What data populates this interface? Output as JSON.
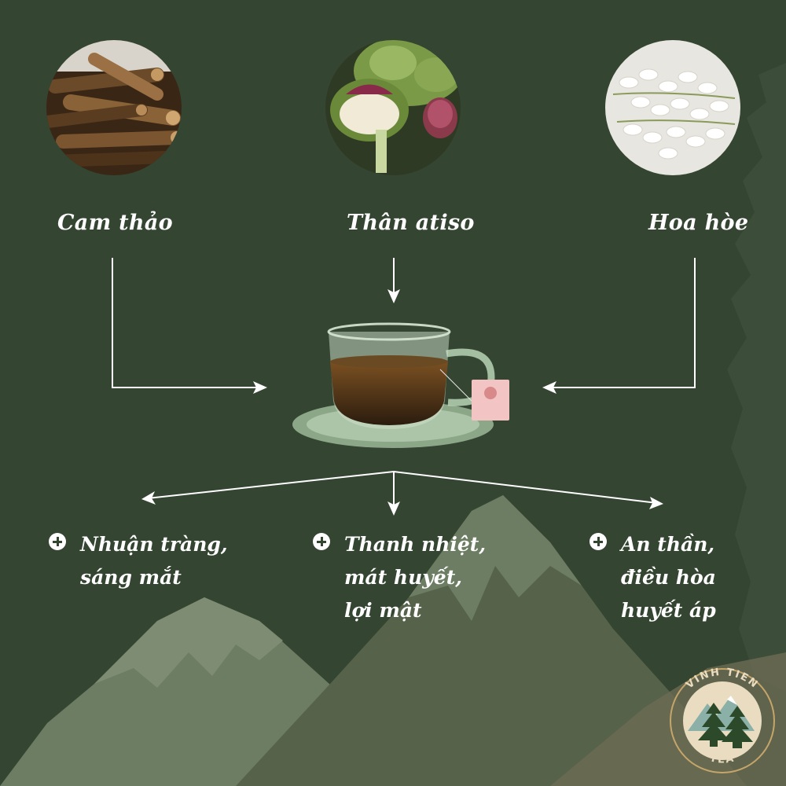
{
  "colors": {
    "background": "#344532",
    "mountain_light": "#6f7f66",
    "mountain_dark": "#56634a",
    "arrow": "#ffffff",
    "text": "#ffffff",
    "logo_cream": "#e9dcc0",
    "logo_brown": "#7a5a2e"
  },
  "ingredients": [
    {
      "label": "Cam thảo",
      "icon": "licorice-root-photo"
    },
    {
      "label": "Thân atiso",
      "icon": "artichoke-photo"
    },
    {
      "label": "Hoa hòe",
      "icon": "pagoda-flower-photo"
    }
  ],
  "center": {
    "icon": "tea-cup-photo"
  },
  "benefits": [
    {
      "lines": [
        "Nhuận tràng,",
        "sáng mắt"
      ],
      "icon": "plus-circle-icon"
    },
    {
      "lines": [
        "Thanh nhiệt,",
        "mát huyết,",
        "lợi mật"
      ],
      "icon": "plus-circle-icon"
    },
    {
      "lines": [
        "An thần,",
        "điều hòa",
        "huyết áp"
      ],
      "icon": "plus-circle-icon"
    }
  ],
  "logo": {
    "top_text": "VINH TIEN",
    "bottom_text": "TEA",
    "icon": "pine-tree-mountain-logo"
  }
}
